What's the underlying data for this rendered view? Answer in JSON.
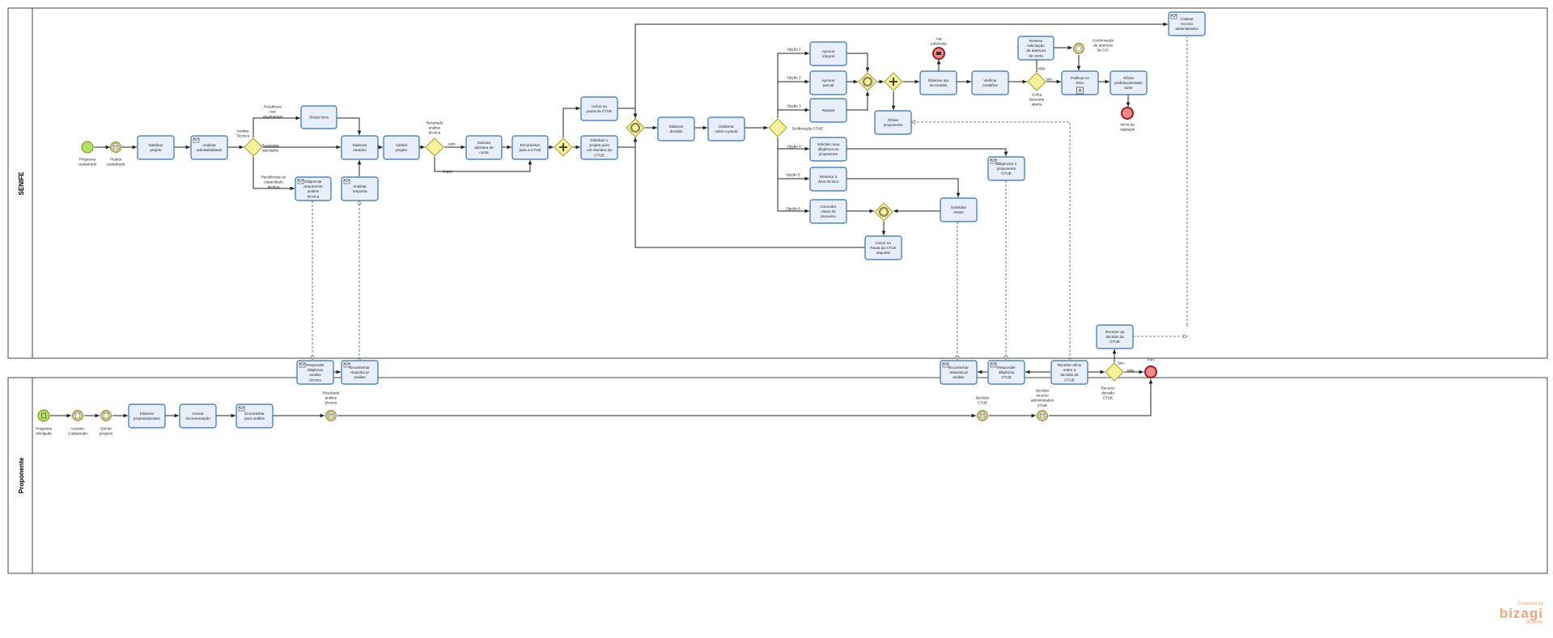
{
  "colors": {
    "task_fill": "#e8effa",
    "task_stroke": "#2d72b8",
    "start_fill": "#b5e35e",
    "intermediate_fill": "#f3eebf",
    "end_fill": "#f08a8a",
    "gateway_fill": "#f6f29a",
    "gateway_stroke": "#a89b22",
    "flow": "#222222",
    "message_flow": "#555555"
  },
  "pools": [
    {
      "name": "SENIFE"
    },
    {
      "name": "Proponente"
    }
  ],
  "tasks": [
    {
      "id": "t_distribuir",
      "label": "Distribuir projeto",
      "icon": "none"
    },
    {
      "id": "t_analisar_adm",
      "label": "Analisar admissibilidade",
      "icon": "envelope"
    },
    {
      "id": "t_glosar",
      "label": "Glosar itens",
      "icon": "none"
    },
    {
      "id": "t_diligenciar_tec",
      "label": "Diligenciar proponente análise técnica",
      "icon": "envelope"
    },
    {
      "id": "t_elab_relatorio",
      "label": "Elaborar relatório",
      "icon": "none"
    },
    {
      "id": "t_analisar_resp",
      "label": "Analisar resposta",
      "icon": "envelope"
    },
    {
      "id": "t_admitir",
      "label": "Admitir projeto",
      "icon": "none"
    },
    {
      "id": "t_solicitar_conta",
      "label": "Solicitar abertura de conta",
      "icon": "none"
    },
    {
      "id": "t_encaminhar_ctue",
      "label": "Encaminhar para a CTUE",
      "icon": "none"
    },
    {
      "id": "t_incluir_pauta",
      "label": "Incluir na pauta da CTUE",
      "icon": "none"
    },
    {
      "id": "t_distribuir_membro",
      "label": "Distribuir o projeto para um membro da CTUE",
      "icon": "none"
    },
    {
      "id": "t_elab_decisao",
      "label": "Elaborar decisão",
      "icon": "none"
    },
    {
      "id": "t_deliberar",
      "label": "Deliberar sobre a pauta",
      "icon": "none"
    },
    {
      "id": "t_aprovar_integral",
      "label": "Aprovar integral",
      "icon": "none"
    },
    {
      "id": "t_aprovar_parcial",
      "label": "Aprovar parcial",
      "icon": "none"
    },
    {
      "id": "t_rejeitar",
      "label": "Rejeitar",
      "icon": "none"
    },
    {
      "id": "t_solicitar_nova",
      "label": "Solicitar nova diligência ao proponente",
      "icon": "none"
    },
    {
      "id": "t_retornar",
      "label": "Retornar à área técnica",
      "icon": "none"
    },
    {
      "id": "t_conceder_vistas",
      "label": "Conceder vistas do processo",
      "icon": "none"
    },
    {
      "id": "t_oficiar_prop",
      "label": "Oficiar proponente",
      "icon": "none"
    },
    {
      "id": "t_elab_ata",
      "label": "Elaborar ata da reunião",
      "icon": "none"
    },
    {
      "id": "t_verificar",
      "label": "Verificar certidões",
      "icon": "none"
    },
    {
      "id": "t_reiterar",
      "label": "Reiterar solicitação de abertura de conta",
      "icon": "none"
    },
    {
      "id": "t_publicar",
      "label": "Publicar no DOU",
      "icon": "subprocess"
    },
    {
      "id": "t_oficiar_pref",
      "label": "Oficiar prefeitura/estado sorte",
      "icon": "none"
    },
    {
      "id": "t_analisar_recurso",
      "label": "Analisar recurso administrativo",
      "icon": "envelope"
    },
    {
      "id": "t_diligenciar_prop",
      "label": "Diligenciar o proponente CTUE",
      "icon": "envelope"
    },
    {
      "id": "t_subsidiar",
      "label": "Subsidiar relator",
      "icon": "none"
    },
    {
      "id": "t_incluir_pauta_seg",
      "label": "Incluir na Pauta da CTUE seguinte",
      "icon": "none"
    },
    {
      "id": "t_elab_proposta",
      "label": "Elaborar proposta/projeto",
      "icon": "none"
    },
    {
      "id": "t_anexar",
      "label": "Anexar documentação",
      "icon": "none"
    },
    {
      "id": "t_enc_analise",
      "label": "Encaminhar para análise",
      "icon": "envelope"
    },
    {
      "id": "t_resp_dilig_tec",
      "label": "Responder diligência análise técnica",
      "icon": "envelope"
    },
    {
      "id": "t_enc_resp_analise",
      "label": "Encaminhar resposta p/ análise",
      "icon": "envelope"
    },
    {
      "id": "t_enc_resp_analise2",
      "label": "Encaminhar resposta p/ análise",
      "icon": "envelope"
    },
    {
      "id": "t_resp_dilig_ctue",
      "label": "Responder diligência CTUE",
      "icon": "envelope"
    },
    {
      "id": "t_receber_oficio",
      "label": "Receber ofício sobre a decisão da CTUE",
      "icon": "none"
    },
    {
      "id": "t_receber_decisao",
      "label": "Receber da decisão da CTUE",
      "icon": "none"
    }
  ],
  "events": [
    {
      "id": "e_prog_cad",
      "label": "Programa cadastrado",
      "kind": "start"
    },
    {
      "id": "e_proj_cad",
      "label": "Projeto cadastrado",
      "kind": "message"
    },
    {
      "id": "e_ata_pub",
      "label": "Ata publicada",
      "kind": "end-message"
    },
    {
      "id": "e_confirm_conta",
      "label": "Confirmação de abertura de C/C",
      "kind": "timer"
    },
    {
      "id": "e_inicio_capt",
      "label": "Início da captação",
      "kind": "end"
    },
    {
      "id": "e_prog_div",
      "label": "Programa divulgado",
      "kind": "start"
    },
    {
      "id": "e_usuario",
      "label": "Usuário Cadastrado",
      "kind": "intermediate"
    },
    {
      "id": "e_qtd",
      "label": "Qtd de projetos",
      "kind": "intermediate"
    },
    {
      "id": "e_res_analise",
      "label": "Resultado análise técnica",
      "kind": "message"
    },
    {
      "id": "e_decisao_ctue",
      "label": "Decisão CTUE",
      "kind": "message"
    },
    {
      "id": "e_dec_recurso",
      "label": "Decisão recurso administrativo CTUE",
      "kind": "message"
    },
    {
      "id": "e_fim",
      "label": "Fim",
      "kind": "end"
    }
  ],
  "gateways": [
    {
      "id": "g_analise",
      "label": "Análise Técnica",
      "kind": "exclusive"
    },
    {
      "id": "g_resultado",
      "label": "Resultado análise técnica",
      "kind": "exclusive"
    },
    {
      "id": "g_par1",
      "label": "",
      "kind": "parallel"
    },
    {
      "id": "g_event",
      "label": "",
      "kind": "event"
    },
    {
      "id": "g_delib",
      "label": "Deliberação CTUE",
      "kind": "exclusive"
    },
    {
      "id": "g_merge1",
      "label": "",
      "kind": "event"
    },
    {
      "id": "g_par2",
      "label": "",
      "kind": "parallel"
    },
    {
      "id": "g_conta",
      "label": "Conta Bancária aberta",
      "kind": "exclusive"
    },
    {
      "id": "g_merge2",
      "label": "",
      "kind": "event"
    },
    {
      "id": "g_recurso",
      "label": "Recurso decisão CTUE",
      "kind": "exclusive"
    }
  ],
  "flow_labels": [
    {
      "id": "l_pend_orc",
      "text": "Pendência nos orçamentos"
    },
    {
      "id": "l_req_atend",
      "text": "Requisitos atendidos"
    },
    {
      "id": "l_pend_cap",
      "text": "Pendências na capacidade técnica"
    },
    {
      "id": "l_apto",
      "text": "Apto"
    },
    {
      "id": "l_inapto",
      "text": "Inapto"
    },
    {
      "id": "l_op1",
      "text": "Opção 1"
    },
    {
      "id": "l_op2",
      "text": "Opção 2"
    },
    {
      "id": "l_op3",
      "text": "Opção 3"
    },
    {
      "id": "l_op4",
      "text": "Opção 4"
    },
    {
      "id": "l_op5",
      "text": "Opção 5"
    },
    {
      "id": "l_op6",
      "text": "Opção 6"
    },
    {
      "id": "l_nao",
      "text": "Não"
    },
    {
      "id": "l_sim",
      "text": "Sim"
    },
    {
      "id": "l_sim2",
      "text": "Sim"
    },
    {
      "id": "l_nao2",
      "text": "Não"
    }
  ],
  "watermark": {
    "powered": "Powered by",
    "brand": "bizagi",
    "product": "Modeler"
  }
}
